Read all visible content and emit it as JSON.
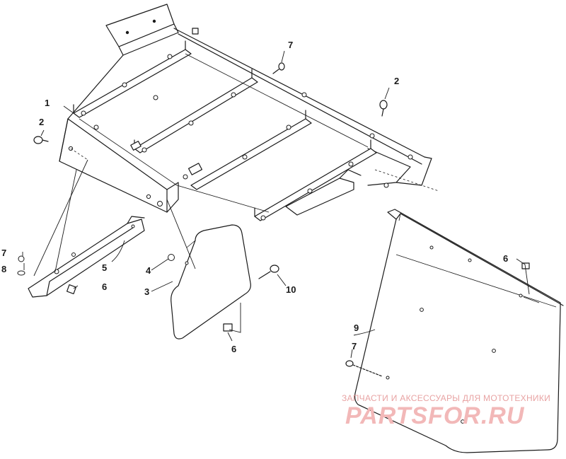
{
  "callouts": {
    "c1": "1",
    "c2a": "2",
    "c2b": "2",
    "c3": "3",
    "c4": "4",
    "c5": "5",
    "c6a": "6",
    "c6b": "6",
    "c6c": "6",
    "c7a": "7",
    "c7b": "7",
    "c7c": "7",
    "c8": "8",
    "c9": "9",
    "c10": "10"
  },
  "watermark": {
    "tagline": "ЗАПЧАСТИ И АКСЕССУАРЫ ДЛЯ МОТОТЕХНИКИ",
    "logo": "PARTSFOR.RU",
    "color": "#f2b8b8"
  },
  "colors": {
    "line": "#1a1a1a",
    "background": "#ffffff"
  }
}
